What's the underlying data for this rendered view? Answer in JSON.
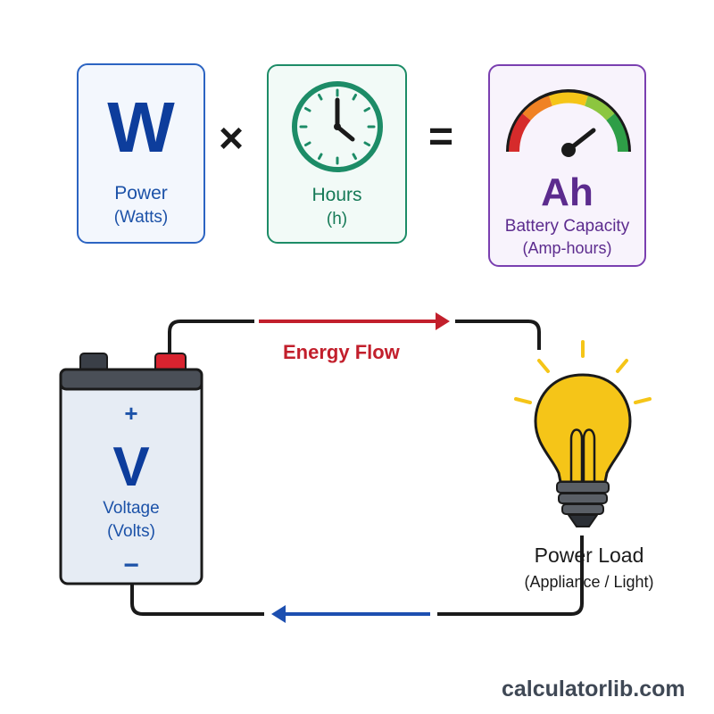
{
  "formula": {
    "power": {
      "letter": "W",
      "label": "Power",
      "unit": "(Watts)"
    },
    "times_symbol": "×",
    "hours": {
      "label": "Hours",
      "unit": "(h)"
    },
    "equals_symbol": "=",
    "capacity": {
      "letter": "Ah",
      "label": "Battery Capacity",
      "unit": "(Amp-hours)"
    }
  },
  "circuit": {
    "flow_label": "Energy Flow",
    "battery": {
      "plus": "+",
      "minus": "−",
      "letter": "V",
      "label": "Voltage",
      "unit": "(Volts)"
    },
    "load": {
      "label": "Power Load",
      "sub": "(Appliance / Light)"
    }
  },
  "colors": {
    "power_blue": "#2c64c2",
    "hours_green": "#1d8c67",
    "capacity_purple": "#7a3fb0",
    "flow_red": "#c21f2c",
    "return_blue": "#1d4fb0",
    "bulb_yellow": "#f5c518"
  },
  "icons": [
    "clock-icon",
    "gauge-icon",
    "battery-icon",
    "light-bulb-icon"
  ],
  "watermark": "calculatorlib.com"
}
